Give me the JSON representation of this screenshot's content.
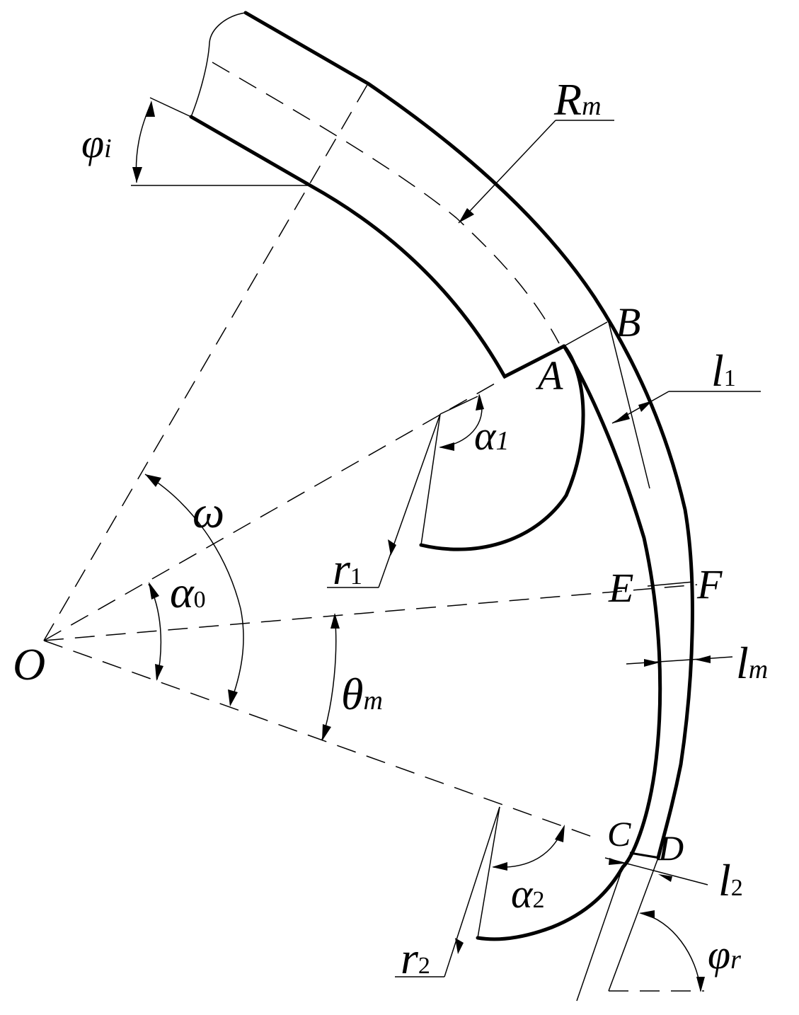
{
  "labels": {
    "O": "O",
    "A": "A",
    "B": "B",
    "C": "C",
    "D": "D",
    "E": "E",
    "F": "F",
    "R": "R",
    "R_sub": "m",
    "l1": "l",
    "l1_sub": "1",
    "lm": "l",
    "lm_sub": "m",
    "l2": "l",
    "l2_sub": "2",
    "phi_i": "φ",
    "phi_i_sub": "i",
    "phi_r": "φ",
    "phi_r_sub": "r",
    "omega": "ω",
    "alpha0": "α",
    "alpha0_sub": "0",
    "alpha1": "α",
    "alpha1_sub": "1",
    "alpha2": "α",
    "alpha2_sub": "2",
    "theta": "θ",
    "theta_sub": "m",
    "r1": "r",
    "r1_sub": "1",
    "r2": "r",
    "r2_sub": "2"
  }
}
